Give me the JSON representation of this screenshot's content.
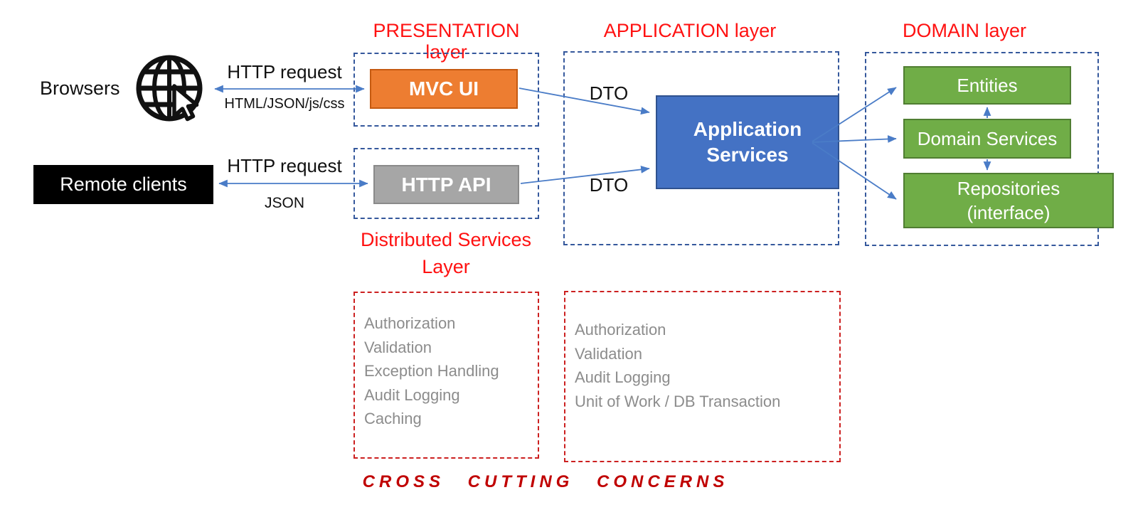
{
  "colors": {
    "layer_title_red": "#ff1111",
    "dark_red": "#c00000",
    "dashed_red": "#cc2020",
    "dashed_blue": "#35589c",
    "arrow_blue": "#4a7cc7",
    "orange_fill": "#ed7d31",
    "orange_border": "#c55a11",
    "gray_fill": "#a6a6a6",
    "gray_border": "#8a8a8a",
    "blue_fill": "#4472c4",
    "blue_border": "#2f528f",
    "green_fill": "#70ad47",
    "green_border": "#507e32",
    "list_gray": "#8c8c8c"
  },
  "layers": {
    "presentation_title": "PRESENTATION layer",
    "application_title": "APPLICATION layer",
    "domain_title": "DOMAIN layer",
    "distributed_services_title": "Distributed Services Layer",
    "cross_cutting_title": "CROSS CUTTING CONCERNS"
  },
  "clients": {
    "browsers": "Browsers",
    "remote_clients": "Remote clients"
  },
  "edges": {
    "http_request_browser": "HTTP request",
    "http_response_browser": "HTML/JSON/js/css",
    "http_request_remote": "HTTP request",
    "http_response_remote": "JSON",
    "dto_mvc": "DTO",
    "dto_api": "DTO"
  },
  "components": {
    "mvc_ui": "MVC UI",
    "http_api": "HTTP API",
    "application_services": "Application Services",
    "entities": "Entities",
    "domain_services": "Domain Services",
    "repositories": "Repositories (interface)"
  },
  "concerns": {
    "distributed": [
      "Authorization",
      "Validation",
      "Exception Handling",
      "Audit Logging",
      "Caching"
    ],
    "application": [
      "Authorization",
      "Validation",
      "Audit Logging",
      "Unit of Work / DB Transaction"
    ]
  }
}
